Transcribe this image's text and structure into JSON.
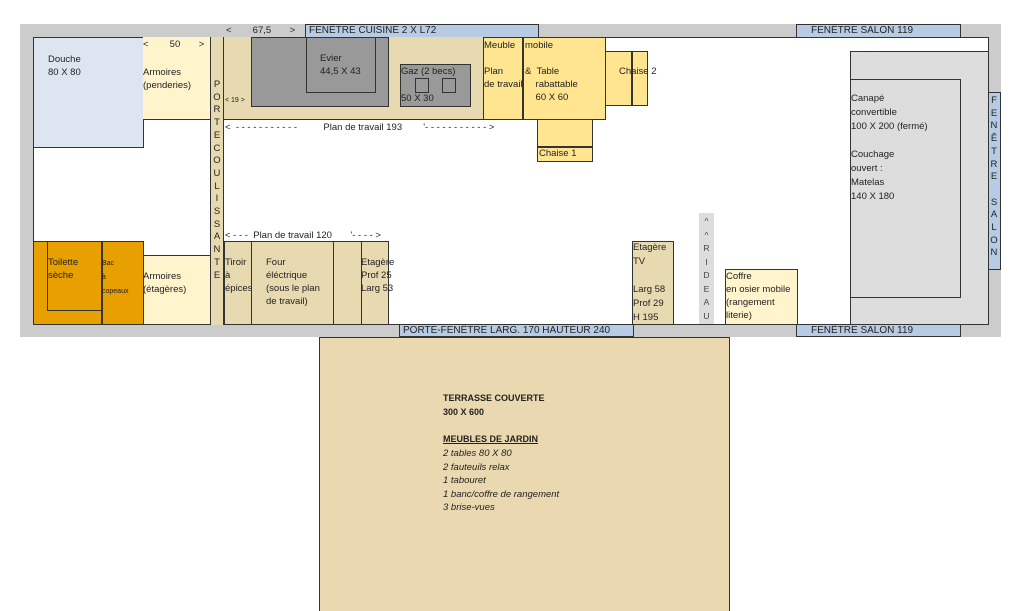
{
  "colors": {
    "wall": "#cccccc",
    "window": "#b7cce4",
    "counter": "#e8dab0",
    "wardrobe": "#fff4cc",
    "mobile": "#ffe58f",
    "toilet": "#e8a000",
    "appliance": "#999999",
    "sofa": "#dddddd",
    "shower": "#dde5f0",
    "terrace": "#ead9b0"
  },
  "windows": {
    "kitchen": "FENÊTRE CUISINE 2 X L72",
    "salon_top": "FENÊTRE SALON 119",
    "salon_bottom": "FENÊTRE SALON 119",
    "salon_right": "FENÊTRE SALON",
    "patio_door": "PORTE-FENÊTRE LARG. 170 HAUTEUR 240"
  },
  "dims": {
    "top": "<        67,5       >",
    "wardrobe": "<        50       >",
    "gap19": "< 19 >",
    "counter193": "<  - - - - - - - - - - -          Plan de travail 193        '- - - - - - - - - - - >",
    "counter120": "< - - -  Plan de travail 120       '- - - - >"
  },
  "rooms": {
    "shower": "Douche\n80 X 80",
    "wardrobe_top": "Armoires\n(penderies)",
    "sliding_door": "PORTE COULISSANTE",
    "sink": "Evier\n44,5 X 43",
    "gas_title": "Gaz (2 becs)",
    "gas_size": "50 X 30",
    "mobile_a": "Meuble\n\nPlan\nde travail",
    "mobile_b": "mobile\n\n&  Table\n    rabattable\n    60 X 60",
    "chair2": "Chaise 2",
    "chair1": "Chaise 1",
    "toilet": "Toilette\nsèche",
    "bin": "Bac\nà\ncopeaux",
    "wardrobe_bottom": "Armoires\n(étagères)",
    "drawer": "Tiroir\nà\népices",
    "oven": "Four\néléctrique\n(sous le plan\nde travail)",
    "shelf": "Etagère\nProf 25\nLarg 53",
    "tv_shelf": "Etagère\nTV\n\nLarg 58\nProf 29\nH 195",
    "curtain": "^^RIDEAU",
    "chest": "Coffre\nen osier mobile\n(rangement\nliterie)",
    "sofa": "Canapé\nconvertible\n100 X 200 (fermé)\n\nCouchage\nouvert :\nMatelas\n140 X 180"
  },
  "terrace": {
    "title": "TERRASSE COUVERTE",
    "size": "300 X 600",
    "furniture_title": "MEUBLES DE JARDIN",
    "furniture": [
      "2 tables 80 X 80",
      "2 fauteuils relax",
      "1 tabouret",
      "1 banc/coffre de rangement",
      "3 brise-vues"
    ]
  }
}
